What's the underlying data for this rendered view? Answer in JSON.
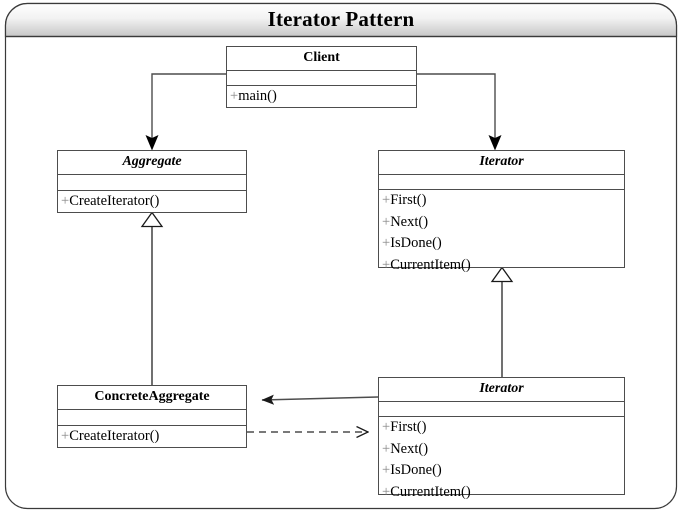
{
  "window": {
    "title": "Iterator Pattern"
  },
  "diagram": {
    "type": "uml-class-diagram",
    "classes": [
      {
        "id": "client",
        "name": "Client",
        "abstract": false,
        "attributes": [],
        "operations": [
          {
            "visibility": "+",
            "signature": "main()"
          }
        ]
      },
      {
        "id": "aggregate",
        "name": "Aggregate",
        "abstract": true,
        "attributes": [],
        "operations": [
          {
            "visibility": "+",
            "signature": "CreateIterator()"
          }
        ]
      },
      {
        "id": "iterator",
        "name": "Iterator",
        "abstract": true,
        "attributes": [],
        "operations": [
          {
            "visibility": "+",
            "signature": "First()"
          },
          {
            "visibility": "+",
            "signature": "Next()"
          },
          {
            "visibility": "+",
            "signature": "IsDone()"
          },
          {
            "visibility": "+",
            "signature": "CurrentItem()"
          }
        ]
      },
      {
        "id": "concrete-aggregate",
        "name": "ConcreteAggregate",
        "abstract": false,
        "attributes": [],
        "operations": [
          {
            "visibility": "+",
            "signature": "CreateIterator()"
          }
        ]
      },
      {
        "id": "concrete-iterator",
        "name": "Iterator",
        "abstract": true,
        "attributes": [],
        "operations": [
          {
            "visibility": "+",
            "signature": "First()"
          },
          {
            "visibility": "+",
            "signature": "Next()"
          },
          {
            "visibility": "+",
            "signature": "IsDone()"
          },
          {
            "visibility": "+",
            "signature": "CurrentItem()"
          }
        ]
      }
    ],
    "relationships": [
      {
        "id": "client-to-aggregate",
        "kind": "association",
        "from": "client",
        "to": "aggregate",
        "arrow": "filled",
        "line": "solid"
      },
      {
        "id": "client-to-iterator",
        "kind": "association",
        "from": "client",
        "to": "iterator",
        "arrow": "filled",
        "line": "solid"
      },
      {
        "id": "concrete-aggregate-to-aggregate",
        "kind": "generalization",
        "from": "concrete-aggregate",
        "to": "aggregate",
        "arrow": "hollow-triangle",
        "line": "solid"
      },
      {
        "id": "concrete-iterator-to-iterator",
        "kind": "generalization",
        "from": "concrete-iterator",
        "to": "iterator",
        "arrow": "hollow-triangle",
        "line": "solid"
      },
      {
        "id": "concrete-iterator-to-concrete-aggregate",
        "kind": "association",
        "from": "concrete-iterator",
        "to": "concrete-aggregate",
        "arrow": "filled",
        "line": "solid"
      },
      {
        "id": "concrete-aggregate-to-concrete-iterator",
        "kind": "dependency",
        "from": "concrete-aggregate",
        "to": "concrete-iterator",
        "arrow": "open-stick",
        "line": "dashed"
      }
    ]
  },
  "colors": {
    "line": "#4d4d4d",
    "edge": "#444444",
    "text": "#000000",
    "visibility": "#8a8a8a",
    "frame": "#3a3a3a",
    "titlebar_top": "#ffffff",
    "titlebar_bottom": "#c9c9c9"
  }
}
